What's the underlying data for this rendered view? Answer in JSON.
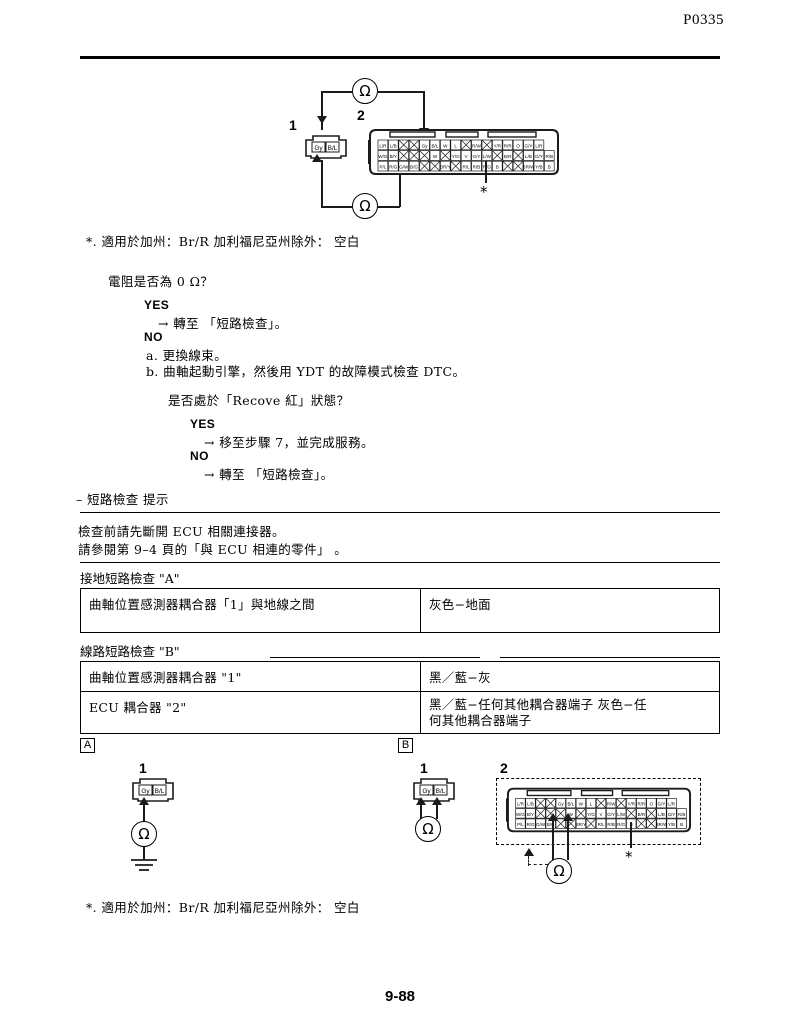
{
  "header": {
    "dtc_code": "P0335"
  },
  "top_diagram": {
    "connector1_label": "1",
    "connector2_label": "2",
    "ohm_symbol": "Ω",
    "star_symbol": "*",
    "sensor_pins": [
      "Gy",
      "B/L"
    ],
    "ecu_pins_row1": [
      "L/R",
      "L/B",
      "",
      "",
      "Gy",
      "B/L",
      "W",
      "L",
      "",
      "R/W",
      "",
      "Y/R",
      "R/R",
      "O",
      "G/Y",
      "L/R"
    ],
    "ecu_pins_row2": [
      "W/G",
      "B/Y",
      "",
      "",
      "",
      "W",
      "",
      "Y/G",
      "V",
      "G/Y",
      "L/W",
      "",
      "B/R",
      "",
      "L/B",
      "G/Y",
      "R/B"
    ],
    "ecu_pins_row3": [
      "P/L",
      "R/G",
      "G/W",
      "B/G",
      "",
      "",
      "BR/Y",
      "",
      "R/L",
      "R/B",
      "R/G",
      "B",
      "",
      "",
      "BR/W",
      "Y/B",
      "B"
    ]
  },
  "note_star": "*. 適用於加州：Br/R 加利福尼亞州除外： 空白",
  "question_main": "電阻是否為 0 Ω？",
  "branch1": {
    "yes_label": "YES",
    "yes_text": "→ 轉至 「短路檢查」。",
    "no_label": "NO",
    "no_a": "a. 更換線束。",
    "no_b": "b. 曲軸起動引擎，然後用 YDT 的故障模式檢查 DTC。"
  },
  "question_recover": "是否處於「Recove 紅」狀態？",
  "branch2": {
    "yes_label": "YES",
    "yes_text": "→ 移至步驟 7，並完成服務。",
    "no_label": "NO",
    "no_text": "→ 轉至 「短路檢查」。"
  },
  "hint_heading": "– 短路檢查 提示",
  "hint_lines": [
    "檢查前請先斷開 ECU 相關連接器。",
    "請參閱第 9–4 頁的「與 ECU 相連的零件」 。"
  ],
  "table_a": {
    "caption": "接地短路檢查 \"A\"",
    "rows": [
      {
        "left": "曲軸位置感測器耦合器「1」與地線之間",
        "right": "灰色−地面"
      }
    ]
  },
  "table_b": {
    "caption": "線路短路檢查 \"B\"",
    "rows": [
      {
        "left": "曲軸位置感測器耦合器 \"1\"",
        "right": "黑／藍−灰"
      },
      {
        "left": "ECU 耦合器 \"2\"",
        "right": "黑／藍−任何其他耦合器端子  灰色−任\n何其他耦合器端子"
      }
    ]
  },
  "diagram_a": {
    "box_label": "A",
    "connector_label": "1",
    "ohm_symbol": "Ω",
    "pins": [
      "Gy",
      "B/L"
    ]
  },
  "diagram_b": {
    "box_label": "B",
    "connector1_label": "1",
    "connector2_label": "2",
    "ohm_symbol": "Ω",
    "star_symbol": "*",
    "pins": [
      "Gy",
      "B/L"
    ]
  },
  "note_star_bottom": "*. 適用於加州：Br/R 加利福尼亞州除外： 空白",
  "page_number": "9-88"
}
